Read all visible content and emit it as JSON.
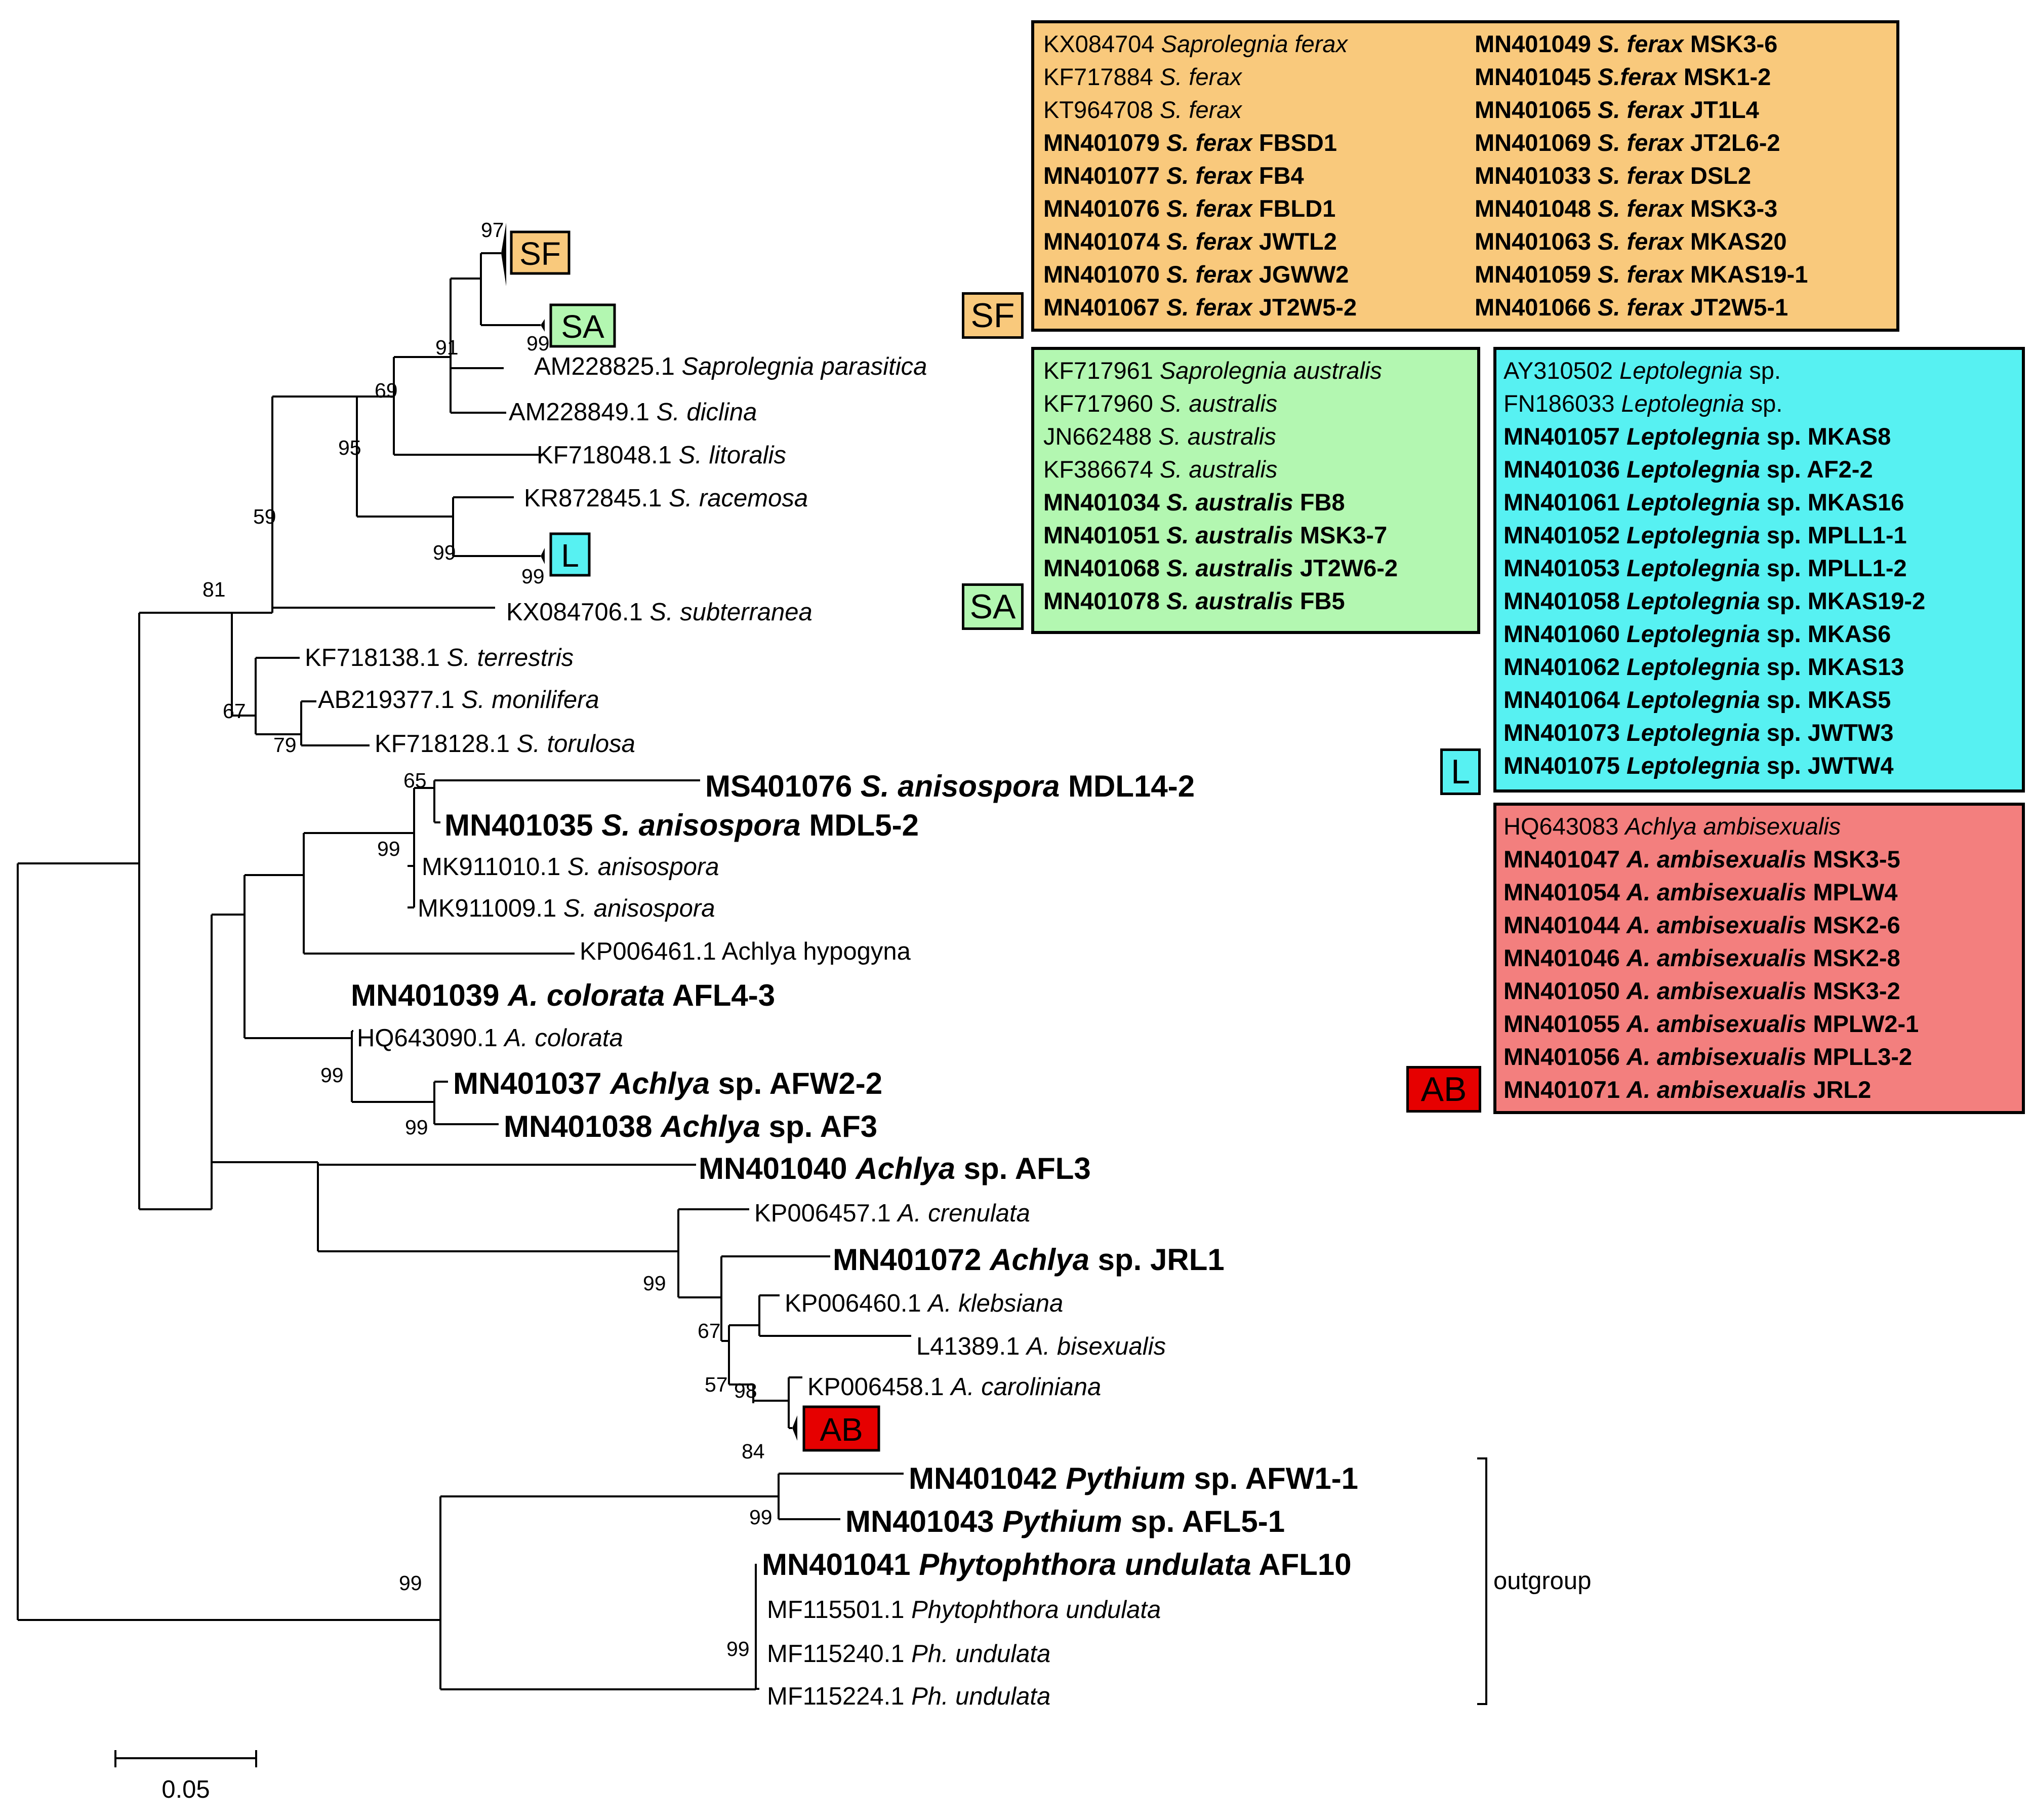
{
  "scale_bar_label": "0.05",
  "outgroup_label": "outgroup",
  "colors": {
    "sf": "#F9C97C",
    "sa": "#B3F7B1",
    "l": "#57F1F2",
    "ab": "#F37F7E",
    "ab_tag": "#E60000"
  },
  "tags": {
    "sf": "SF",
    "sa": "SA",
    "l": "L",
    "ab": "AB"
  },
  "taxa": [
    {
      "acc": "AM228825.1",
      "name": "Saprolegnia parasitica",
      "suffix": "",
      "bold": false
    },
    {
      "acc": "AM228849.1",
      "name": "S. diclina",
      "suffix": "",
      "bold": false
    },
    {
      "acc": "KF718048.1",
      "name": "S. litoralis",
      "suffix": "",
      "bold": false
    },
    {
      "acc": "KR872845.1",
      "name": "S. racemosa",
      "suffix": "",
      "bold": false
    },
    {
      "acc": "KX084706.1",
      "name": "S. subterranea",
      "suffix": "",
      "bold": false
    },
    {
      "acc": "KF718138.1",
      "name": "S. terrestris",
      "suffix": "",
      "bold": false
    },
    {
      "acc": "AB219377.1",
      "name": "S. monilifera",
      "suffix": "",
      "bold": false
    },
    {
      "acc": "KF718128.1",
      "name": "S. torulosa",
      "suffix": "",
      "bold": false
    },
    {
      "acc": "MS401076",
      "name": "S. anisospora",
      "suffix": "MDL14-2",
      "bold": true
    },
    {
      "acc": "MN401035",
      "name": "S. anisospora",
      "suffix": "MDL5-2",
      "bold": true
    },
    {
      "acc": "MK911010.1",
      "name": "S. anisospora",
      "suffix": "",
      "bold": false
    },
    {
      "acc": "MK911009.1",
      "name": "S. anisospora",
      "suffix": "",
      "bold": false
    },
    {
      "acc": "KP006461.1",
      "name": "",
      "suffix": "Achlya hypogyna",
      "bold": false
    },
    {
      "acc": "MN401039",
      "name": "A. colorata",
      "suffix": "AFL4-3",
      "bold": true
    },
    {
      "acc": "HQ643090.1",
      "name": "A. colorata",
      "suffix": "",
      "bold": false
    },
    {
      "acc": "MN401037",
      "name": "Achlya",
      "suffix": "sp. AFW2-2",
      "bold": true
    },
    {
      "acc": "MN401038",
      "name": "Achlya",
      "suffix": "sp. AF3",
      "bold": true
    },
    {
      "acc": "MN401040",
      "name": "Achlya",
      "suffix": "sp. AFL3",
      "bold": true
    },
    {
      "acc": "KP006457.1",
      "name": "A. crenulata",
      "suffix": "",
      "bold": false
    },
    {
      "acc": "MN401072",
      "name": "Achlya",
      "suffix": "sp. JRL1",
      "bold": true
    },
    {
      "acc": "KP006460.1",
      "name": "A. klebsiana",
      "suffix": "",
      "bold": false
    },
    {
      "acc": "L41389.1",
      "name": "A. bisexualis",
      "suffix": "",
      "bold": false
    },
    {
      "acc": "KP006458.1",
      "name": "A. caroliniana",
      "suffix": "",
      "bold": false
    },
    {
      "acc": "MN401042",
      "name": "Pythium",
      "suffix": "sp. AFW1-1",
      "bold": true
    },
    {
      "acc": "MN401043",
      "name": "Pythium",
      "suffix": "sp. AFL5-1",
      "bold": true
    },
    {
      "acc": "MN401041",
      "name": "Phytophthora undulata",
      "suffix": "AFL10",
      "bold": true
    },
    {
      "acc": "MF115501.1",
      "name": "Phytophthora undulata",
      "suffix": "",
      "bold": false
    },
    {
      "acc": "MF115240.1",
      "name": "Ph. undulata",
      "suffix": "",
      "bold": false
    },
    {
      "acc": "MF115224.1",
      "name": "Ph. undulata",
      "suffix": "",
      "bold": false
    }
  ],
  "bootstrap": [
    "97",
    "99",
    "91",
    "69",
    "95",
    "99",
    "99",
    "59",
    "81",
    "67",
    "79",
    "65",
    "99",
    "99",
    "99",
    "99",
    "67",
    "57",
    "98",
    "84",
    "99",
    "99",
    "99"
  ],
  "boxes": {
    "sf": [
      [
        {
          "acc": "KX084704",
          "name": "Saprolegnia ferax",
          "suffix": "",
          "bold": false
        },
        {
          "acc": "KF717884",
          "name": "S. ferax",
          "suffix": "",
          "bold": false
        },
        {
          "acc": "KT964708",
          "name": "S. ferax",
          "suffix": "",
          "bold": false
        },
        {
          "acc": "MN401079",
          "name": "S. ferax",
          "suffix": "FBSD1",
          "bold": true
        },
        {
          "acc": "MN401077",
          "name": "S. ferax",
          "suffix": "FB4",
          "bold": true
        },
        {
          "acc": "MN401076",
          "name": "S. ferax",
          "suffix": "FBLD1",
          "bold": true
        },
        {
          "acc": "MN401074",
          "name": "S. ferax",
          "suffix": "JWTL2",
          "bold": true
        },
        {
          "acc": "MN401070",
          "name": "S. ferax",
          "suffix": "JGWW2",
          "bold": true
        },
        {
          "acc": "MN401067",
          "name": "S. ferax",
          "suffix": "JT2W5-2",
          "bold": true
        }
      ],
      [
        {
          "acc": "MN401049",
          "name": "S. ferax",
          "suffix": "MSK3-6",
          "bold": true
        },
        {
          "acc": "MN401045",
          "name": "S.ferax",
          "suffix": "MSK1-2",
          "bold": true
        },
        {
          "acc": "MN401065",
          "name": "S. ferax",
          "suffix": "JT1L4",
          "bold": true
        },
        {
          "acc": "MN401069",
          "name": "S. ferax",
          "suffix": "JT2L6-2",
          "bold": true
        },
        {
          "acc": "MN401033",
          "name": "S. ferax",
          "suffix": "DSL2",
          "bold": true
        },
        {
          "acc": "MN401048",
          "name": "S. ferax",
          "suffix": "MSK3-3",
          "bold": true
        },
        {
          "acc": "MN401063",
          "name": "S. ferax",
          "suffix": "MKAS20",
          "bold": true
        },
        {
          "acc": "MN401059",
          "name": "S. ferax",
          "suffix": "MKAS19-1",
          "bold": true
        },
        {
          "acc": "MN401066",
          "name": "S. ferax",
          "suffix": "JT2W5-1",
          "bold": true
        }
      ]
    ],
    "sa": [
      {
        "acc": "KF717961",
        "name": "Saprolegnia australis",
        "suffix": "",
        "bold": false
      },
      {
        "acc": "KF717960",
        "name": "S. australis",
        "suffix": "",
        "bold": false
      },
      {
        "acc": "JN662488",
        "name": "S. australis",
        "suffix": "",
        "bold": false
      },
      {
        "acc": "KF386674",
        "name": "S. australis",
        "suffix": "",
        "bold": false
      },
      {
        "acc": "MN401034",
        "name": "S. australis",
        "suffix": "FB8",
        "bold": true
      },
      {
        "acc": "MN401051",
        "name": "S. australis",
        "suffix": "MSK3-7",
        "bold": true
      },
      {
        "acc": "MN401068",
        "name": "S. australis",
        "suffix": "JT2W6-2",
        "bold": true
      },
      {
        "acc": "MN401078",
        "name": "S. australis",
        "suffix": "FB5",
        "bold": true
      }
    ],
    "l": [
      {
        "acc": "AY310502",
        "name": "Leptolegnia",
        "suffix": "sp.",
        "bold": false
      },
      {
        "acc": "FN186033",
        "name": "Leptolegnia",
        "suffix": "sp.",
        "bold": false
      },
      {
        "acc": "MN401057",
        "name": "Leptolegnia",
        "suffix": "sp. MKAS8",
        "bold": true
      },
      {
        "acc": "MN401036",
        "name": "Leptolegnia",
        "suffix": "sp. AF2-2",
        "bold": true
      },
      {
        "acc": "MN401061",
        "name": "Leptolegnia",
        "suffix": "sp. MKAS16",
        "bold": true
      },
      {
        "acc": "MN401052",
        "name": "Leptolegnia",
        "suffix": "sp. MPLL1-1",
        "bold": true
      },
      {
        "acc": "MN401053",
        "name": "Leptolegnia",
        "suffix": "sp. MPLL1-2",
        "bold": true
      },
      {
        "acc": "MN401058",
        "name": "Leptolegnia",
        "suffix": "sp. MKAS19-2",
        "bold": true
      },
      {
        "acc": "MN401060",
        "name": "Leptolegnia",
        "suffix": "sp. MKAS6",
        "bold": true
      },
      {
        "acc": "MN401062",
        "name": "Leptolegnia",
        "suffix": "sp. MKAS13",
        "bold": true
      },
      {
        "acc": "MN401064",
        "name": "Leptolegnia",
        "suffix": "sp. MKAS5",
        "bold": true
      },
      {
        "acc": "MN401073",
        "name": "Leptolegnia",
        "suffix": "sp. JWTW3",
        "bold": true
      },
      {
        "acc": "MN401075",
        "name": "Leptolegnia",
        "suffix": "sp. JWTW4",
        "bold": true
      }
    ],
    "ab": [
      {
        "acc": "HQ643083",
        "name": "Achlya ambisexualis",
        "suffix": "",
        "bold": false
      },
      {
        "acc": "MN401047",
        "name": "A. ambisexualis",
        "suffix": "MSK3-5",
        "bold": true
      },
      {
        "acc": "MN401054",
        "name": "A. ambisexualis",
        "suffix": "MPLW4",
        "bold": true
      },
      {
        "acc": "MN401044",
        "name": "A. ambisexualis",
        "suffix": "MSK2-6",
        "bold": true
      },
      {
        "acc": "MN401046",
        "name": "A. ambisexualis",
        "suffix": "MSK2-8",
        "bold": true
      },
      {
        "acc": "MN401050",
        "name": "A. ambisexualis",
        "suffix": "MSK3-2",
        "bold": true
      },
      {
        "acc": "MN401055",
        "name": "A. ambisexualis",
        "suffix": "MPLW2-1",
        "bold": true
      },
      {
        "acc": "MN401056",
        "name": "A. ambisexualis",
        "suffix": "MPLL3-2",
        "bold": true
      },
      {
        "acc": "MN401071",
        "name": "A. ambisexualis",
        "suffix": "JRL2",
        "bold": true
      }
    ]
  }
}
